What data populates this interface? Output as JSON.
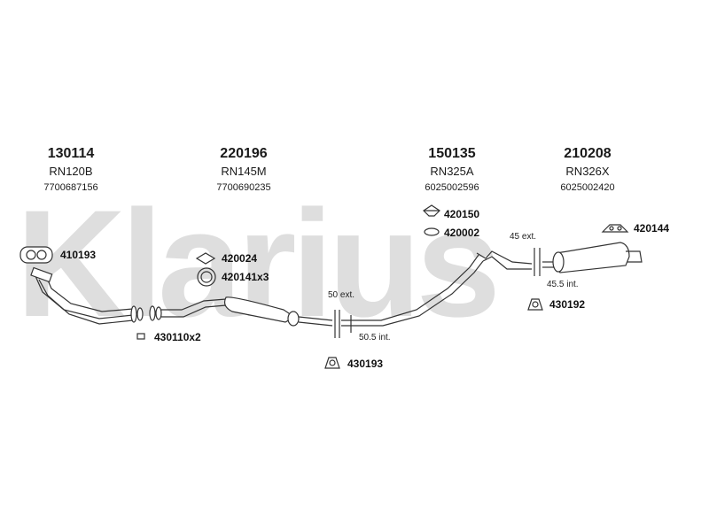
{
  "watermark": "Klarius",
  "sections": [
    {
      "part_no": "130114",
      "code": "RN120B",
      "oem": "7700687156"
    },
    {
      "part_no": "220196",
      "code": "RN145M",
      "oem": "7700690235"
    },
    {
      "part_no": "150135",
      "code": "RN325A",
      "oem": "6025002596"
    },
    {
      "part_no": "210208",
      "code": "RN326X",
      "oem": "6025002420"
    }
  ],
  "parts": {
    "gasket_front": "410193",
    "clamp_front": "430110x2",
    "mount_220": "420024",
    "ring_220": "420141x3",
    "mount_150a": "420150",
    "mount_150b": "420002",
    "mount_rear": "420144",
    "bracket_rear": "430192",
    "bracket_mid": "430193"
  },
  "notes": {
    "ext_50": "50 ext.",
    "int_50_5": "50.5 int.",
    "ext_45": "45 ext.",
    "int_45_5": "45.5 int."
  }
}
